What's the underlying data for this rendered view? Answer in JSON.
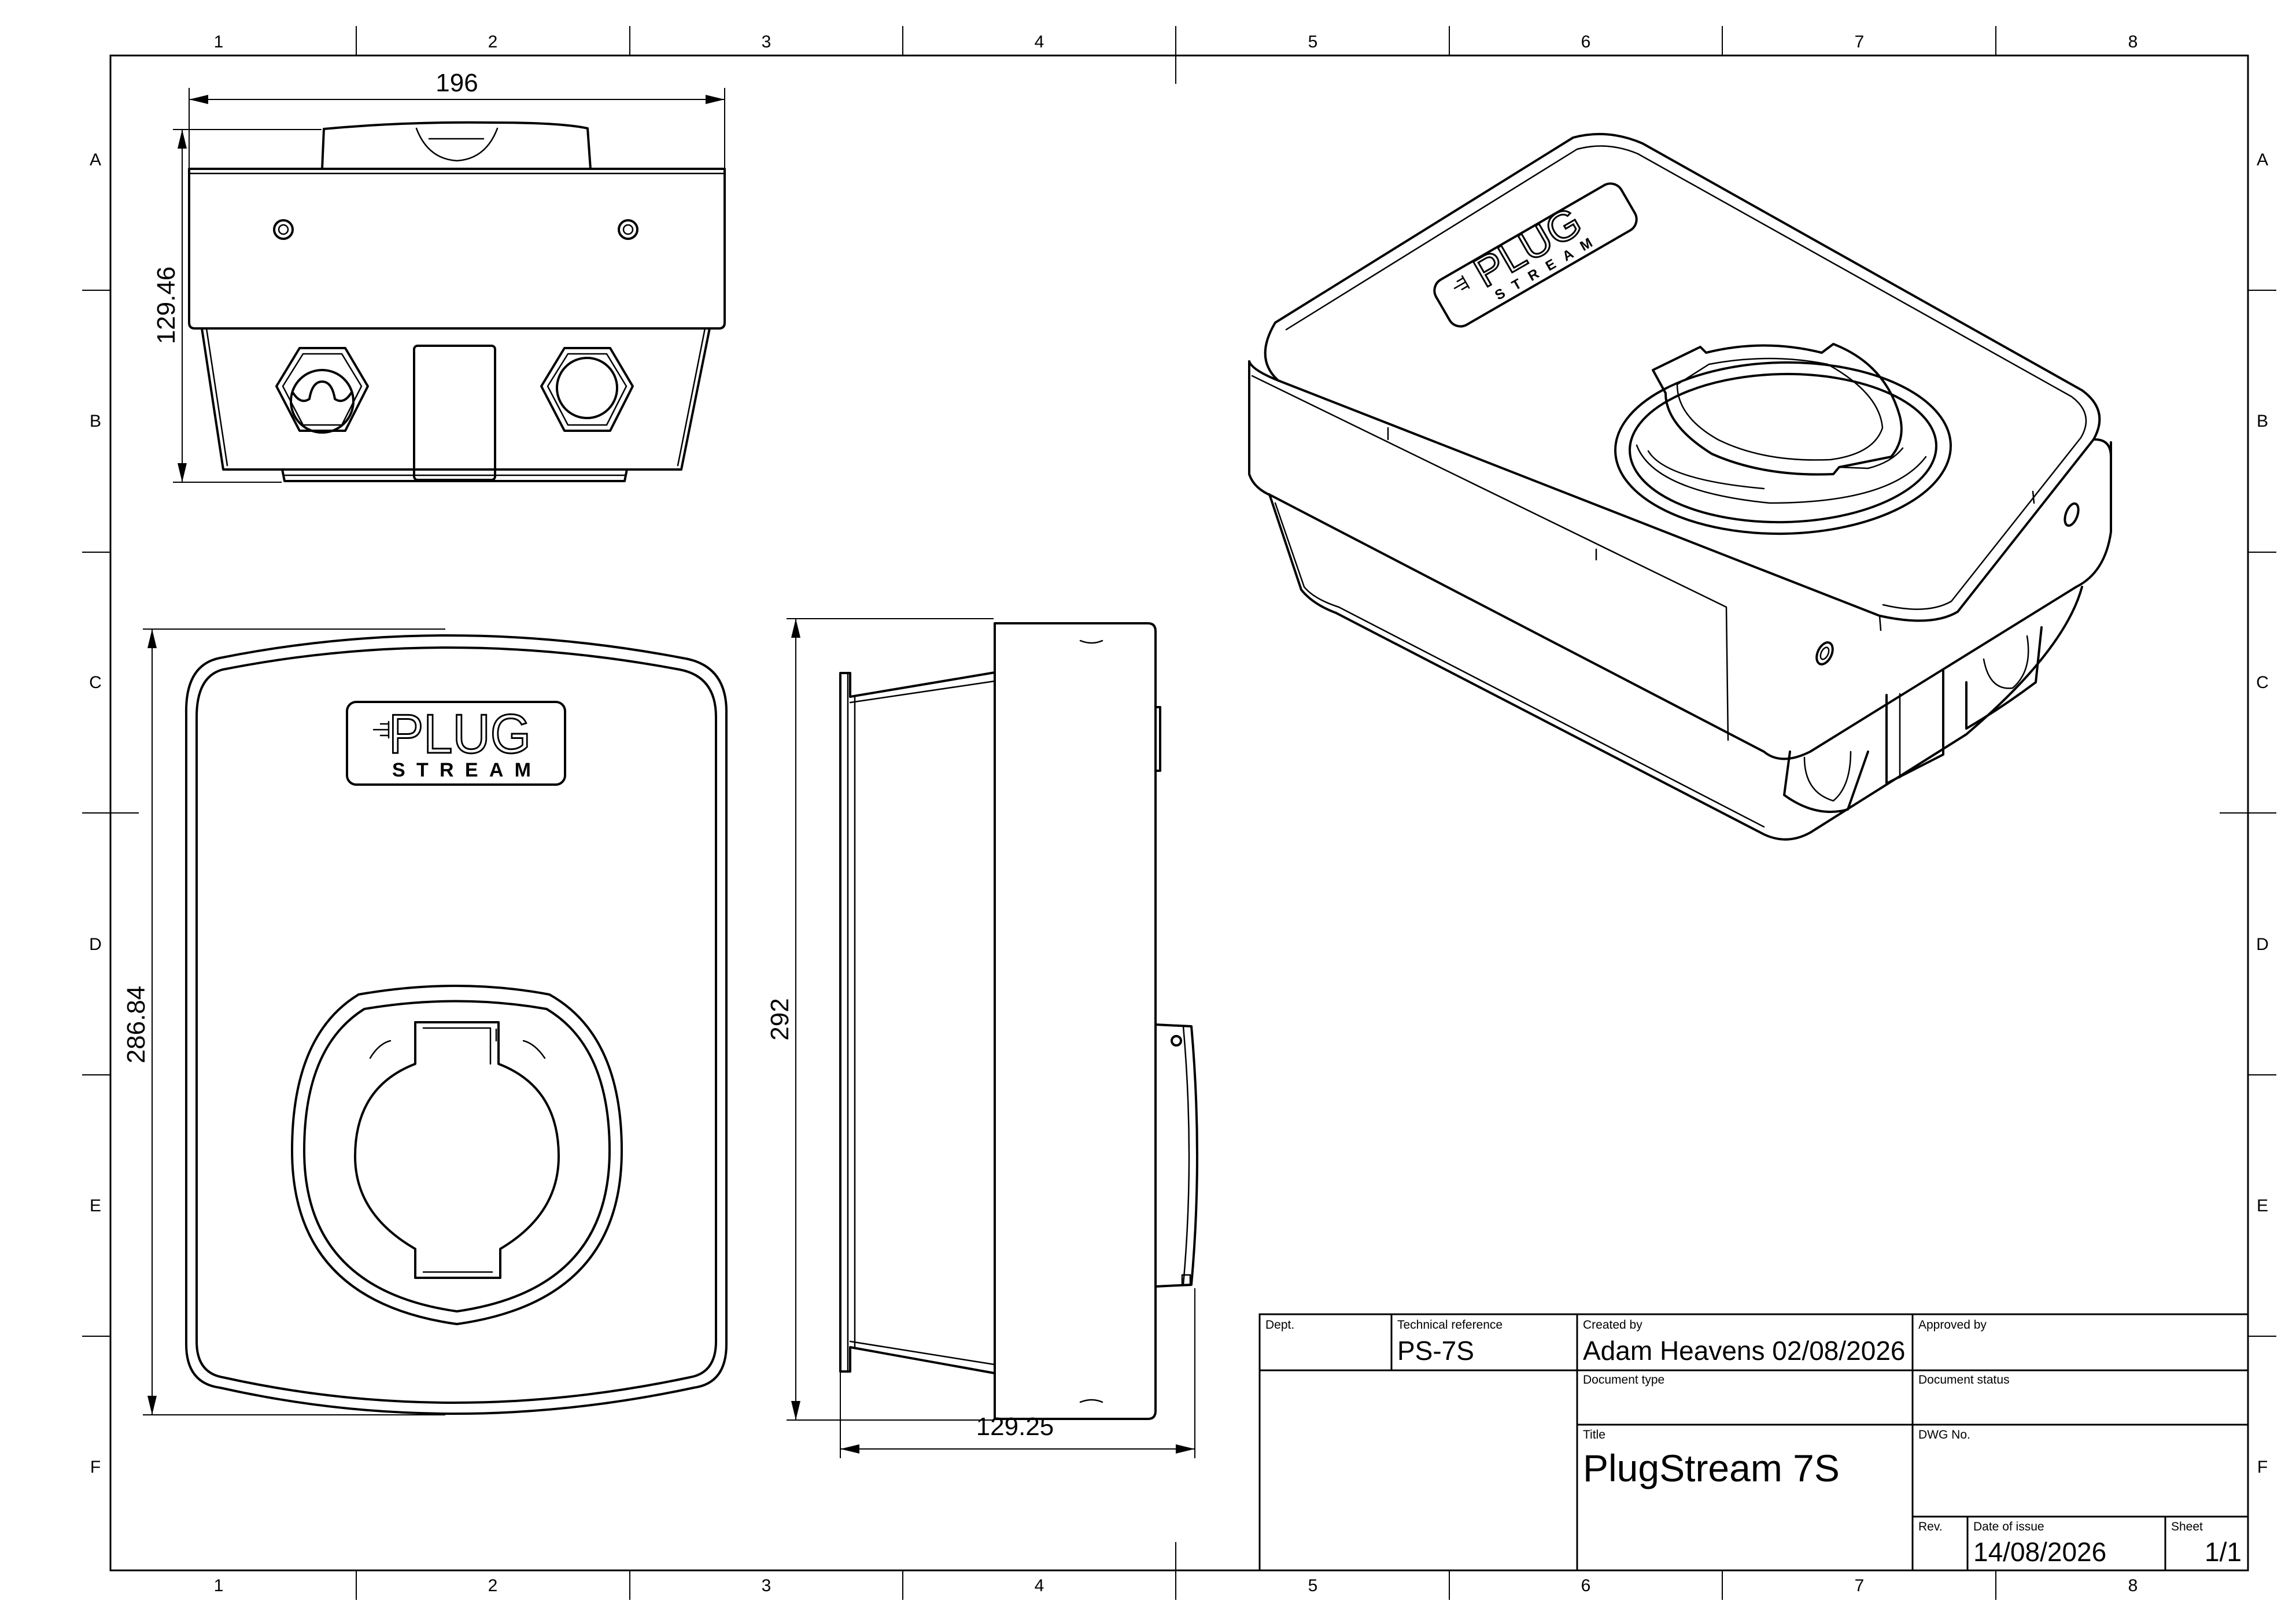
{
  "zones": {
    "columns": [
      "1",
      "2",
      "3",
      "4",
      "5",
      "6",
      "7",
      "8"
    ],
    "rows": [
      "A",
      "B",
      "C",
      "D",
      "E",
      "F"
    ]
  },
  "dimensions": {
    "top_width": "196",
    "top_height": "129.46",
    "front_height": "286.84",
    "side_height": "292",
    "side_depth": "129.25"
  },
  "logo": {
    "line1": "PLUG",
    "line2": "STREAM"
  },
  "title_block": {
    "dept_label": "Dept.",
    "dept_value": "",
    "tech_ref_label": "Technical reference",
    "tech_ref_value": "PS-7S",
    "created_by_label": "Created by",
    "created_by_value": "Adam Heavens 02/08/2026",
    "approved_by_label": "Approved by",
    "approved_by_value": "",
    "doc_type_label": "Document type",
    "doc_type_value": "",
    "doc_status_label": "Document status",
    "doc_status_value": "",
    "title_label": "Title",
    "title_value": "PlugStream 7S",
    "dwg_no_label": "DWG No.",
    "dwg_no_value": "",
    "rev_label": "Rev.",
    "rev_value": "",
    "date_label": "Date of issue",
    "date_value": "14/08/2026",
    "sheet_label": "Sheet",
    "sheet_value": "1/1"
  }
}
